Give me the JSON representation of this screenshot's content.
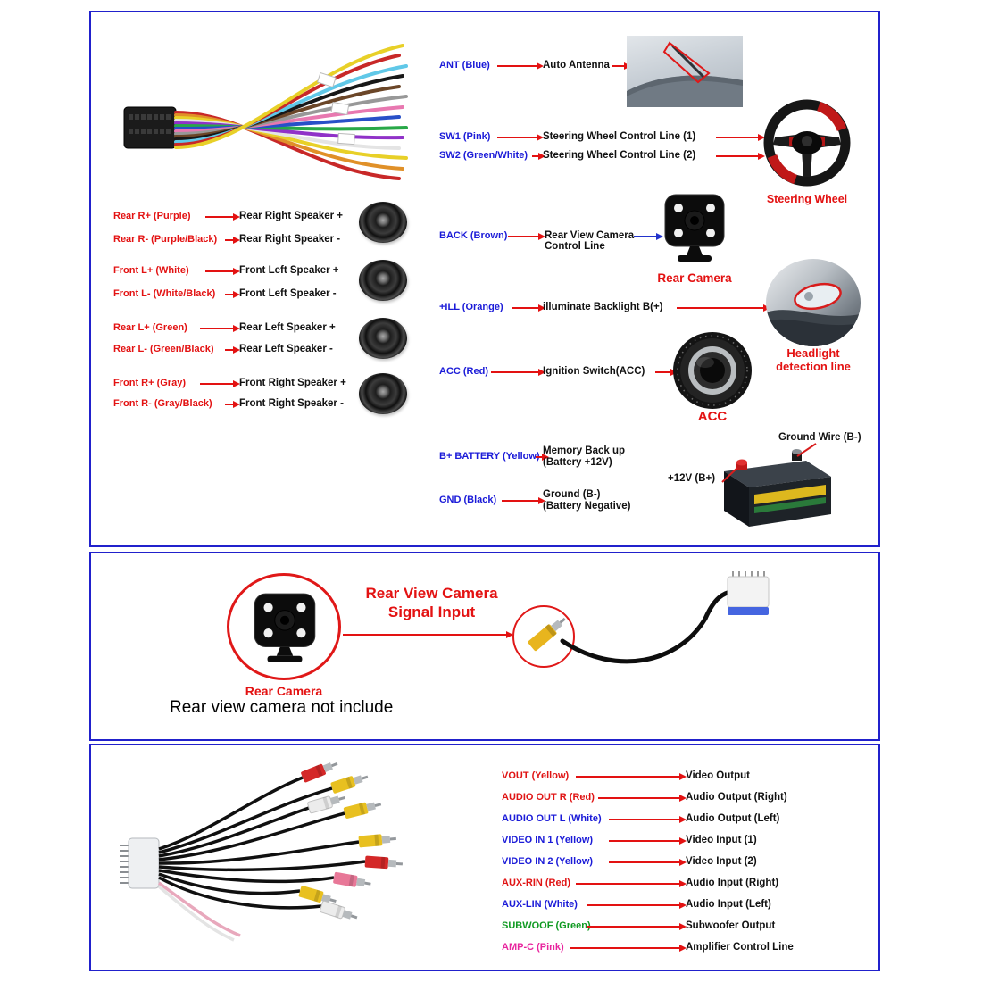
{
  "colors": {
    "panel_border": "#2121cc",
    "label_red": "#e31212",
    "label_blue": "#1b1bd8",
    "label_green": "#0f9a22",
    "label_pink": "#e8259e",
    "text_black": "#111111",
    "arrow_red": "#e31212",
    "arrow_blue": "#2233cc"
  },
  "panel1": {
    "speaker_rows": [
      {
        "wire": "Rear R+ (Purple)",
        "function": "Rear Right Speaker +"
      },
      {
        "wire": "Rear R- (Purple/Black)",
        "function": "Rear Right Speaker -"
      },
      {
        "wire": "Front L+ (White)",
        "function": "Front Left Speaker +"
      },
      {
        "wire": "Front L- (White/Black)",
        "function": "Front Left Speaker -"
      },
      {
        "wire": "Rear L+ (Green)",
        "function": "Rear Left Speaker +"
      },
      {
        "wire": "Rear L- (Green/Black)",
        "function": "Rear Left Speaker -"
      },
      {
        "wire": "Front R+ (Gray)",
        "function": "Front Right Speaker +"
      },
      {
        "wire": "Front R- (Gray/Black)",
        "function": "Front Right Speaker -"
      }
    ],
    "right_rows": [
      {
        "wire": "ANT (Blue)",
        "function": "Auto Antenna"
      },
      {
        "wire": "SW1 (Pink)",
        "function": "Steering Wheel Control Line (1)"
      },
      {
        "wire": "SW2 (Green/White)",
        "function": "Steering Wheel Control Line (2)"
      },
      {
        "wire": "BACK (Brown)",
        "function_line1": "Rear View Camera",
        "function_line2": "Control Line"
      },
      {
        "wire": "+ILL (Orange)",
        "function": "illuminate Backlight B(+)"
      },
      {
        "wire": "ACC (Red)",
        "function": "Ignition Switch(ACC)"
      },
      {
        "wire": "B+ BATTERY (Yellow)",
        "function_line1": "Memory Back up",
        "function_line2": "(Battery +12V)"
      },
      {
        "wire": "GND (Black)",
        "function_line1": "Ground (B-)",
        "function_line2": "(Battery Negative)"
      }
    ],
    "captions": {
      "steering_wheel": "Steering Wheel",
      "rear_camera": "Rear Camera",
      "headlight_line1": "Headlight",
      "headlight_line2": "detection line",
      "acc": "ACC",
      "battery_positive": "+12V  (B+)",
      "battery_ground": "Ground Wire (B-)"
    }
  },
  "panel2": {
    "title_line1": "Rear View Camera",
    "title_line2": "Signal Input",
    "camera_caption": "Rear Camera",
    "note": "Rear view camera not include"
  },
  "panel3": {
    "rows": [
      {
        "wire": "VOUT (Yellow)",
        "function": "Video Output",
        "color": "#e01414"
      },
      {
        "wire": "AUDIO OUT R (Red)",
        "function": "Audio Output (Right)",
        "color": "#e01414"
      },
      {
        "wire": "AUDIO OUT L (White)",
        "function": "Audio Output (Left)",
        "color": "#1b1bd8"
      },
      {
        "wire": "VIDEO IN 1 (Yellow)",
        "function": "Video Input (1)",
        "color": "#1b1bd8"
      },
      {
        "wire": "VIDEO IN 2 (Yellow)",
        "function": "Video Input (2)",
        "color": "#1b1bd8"
      },
      {
        "wire": "AUX-RIN (Red)",
        "function": "Audio Input (Right)",
        "color": "#e01414"
      },
      {
        "wire": "AUX-LIN (White)",
        "function": "Audio Input (Left)",
        "color": "#1b1bd8"
      },
      {
        "wire": "SUBWOOF (Green)",
        "function": "Subwoofer Output",
        "color": "#0f9a22"
      },
      {
        "wire": "AMP-C (Pink)",
        "function": "Amplifier Control Line",
        "color": "#e8259e"
      }
    ]
  }
}
